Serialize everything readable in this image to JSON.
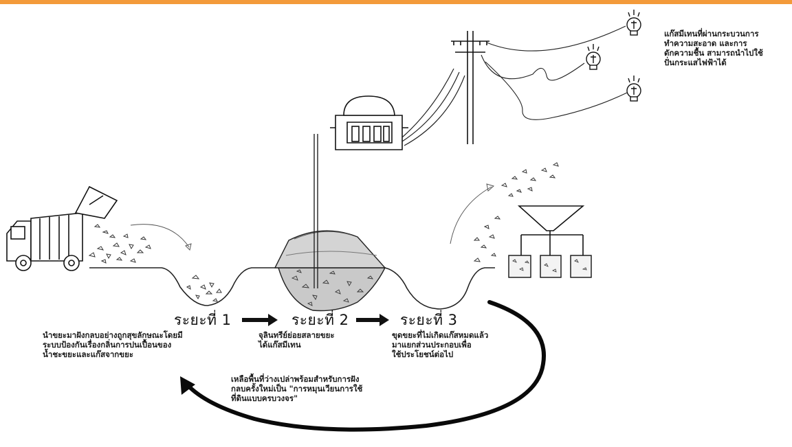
{
  "colors": {
    "top_bar": "#f39a3a",
    "ink": "#111111"
  },
  "stages": [
    {
      "label": "ระยะที่ 1"
    },
    {
      "label": "ระยะที่ 2"
    },
    {
      "label": "ระยะที่ 3"
    }
  ],
  "captions": {
    "stage1": [
      "นำขยะมาฝังกลบอย่างถูกสุขลักษณะโดยมี",
      "ระบบป้องกันเรื่องกลิ่นการปนเปื้อนของ",
      "น้ำชะขยะและแก๊สจากขยะ"
    ],
    "stage2": [
      "จุลินทรีย์ย่อยสลายขยะ",
      "ได้แก๊สมีเทน"
    ],
    "stage3": [
      "ขุดขยะที่ไม่เกิดแก๊สหมดแล้ว",
      "มาแยกส่วนประกอบเพื่อ",
      "ใช้ประโยชน์ต่อไป"
    ],
    "cycle": [
      "เหลือพื้นที่ว่างเปล่าพร้อมสำหรับการฝัง",
      "กลบครั้งใหม่เป็น \"การหมุนเวียนการใช้",
      "ที่ดินแบบครบวงจร\""
    ],
    "methane": [
      "แก๊สมีเทนที่ผ่านกระบวนการ",
      "ทำความสะอาด และการ",
      "ดักความชื้น สามารถนำไปใช้",
      "ปั่นกระแสไฟฟ้าได้"
    ]
  },
  "icons": [
    "garbage-truck-icon",
    "generator-icon",
    "power-pole-icon",
    "light-bulb-icon",
    "sorting-hopper-icon",
    "bin-icon"
  ]
}
